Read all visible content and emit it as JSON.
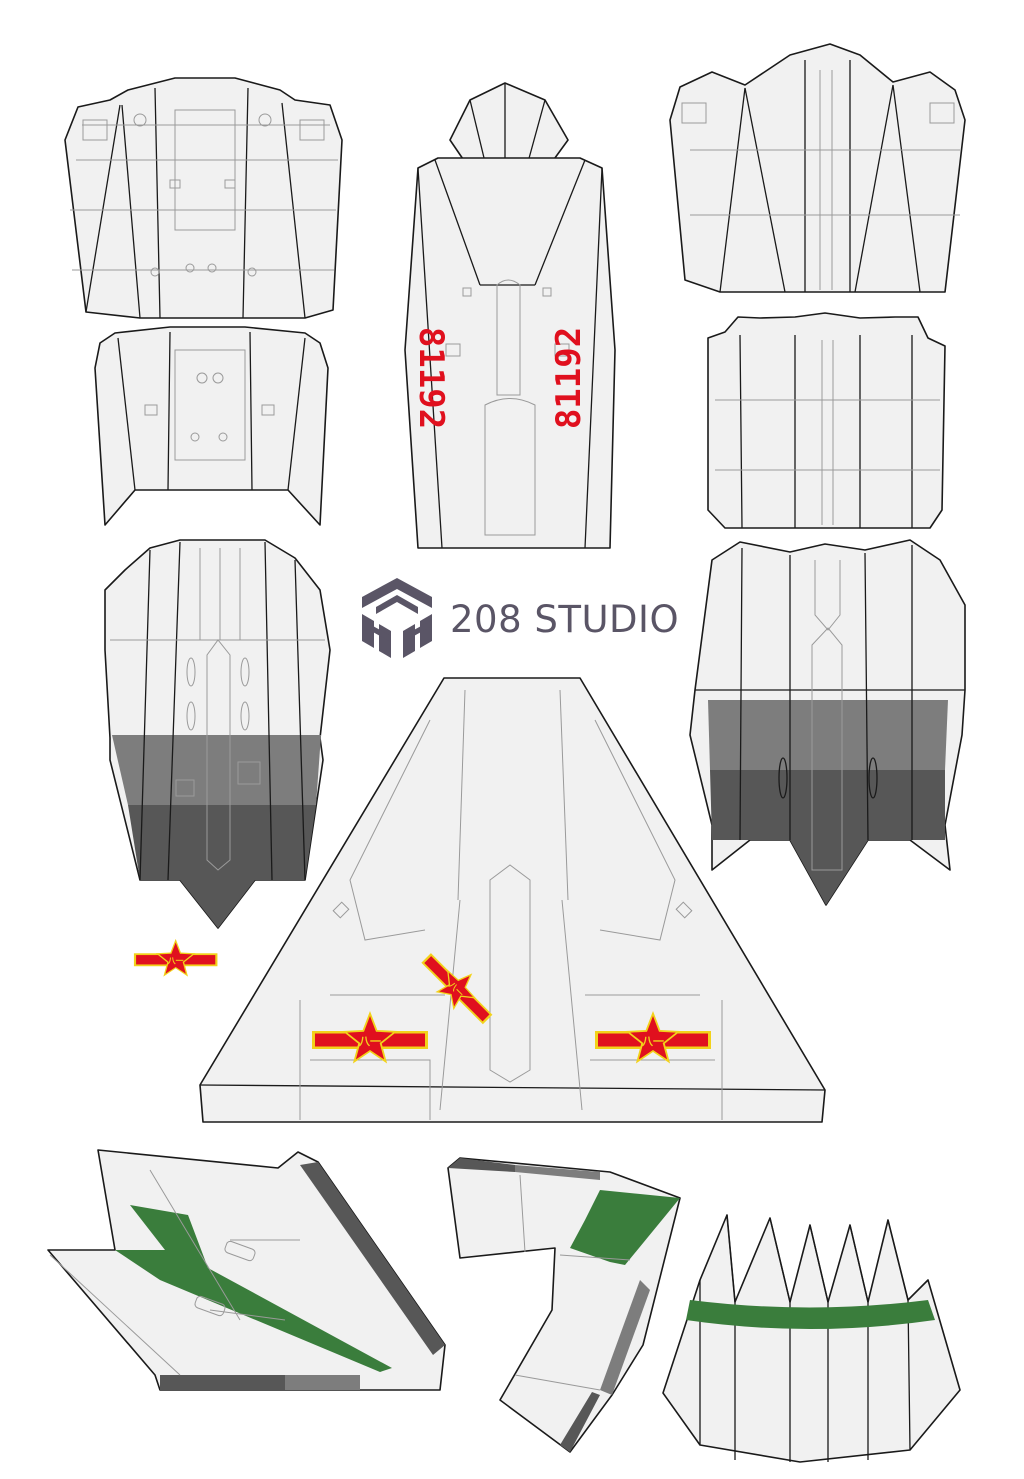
{
  "brand": {
    "name": "208 STUDIO",
    "logo_icon": "isometric-cube-logo-icon",
    "logo_color": "#5a5566"
  },
  "markings": {
    "serial_number": "81192",
    "serial_color": "#e0101e",
    "insignia_icon": "red-star-roundel-icon",
    "insignia_colors": {
      "red": "#e0101e",
      "yellow": "#f2d21a"
    },
    "camo_green": "#3a7d3c",
    "exhaust_grays": [
      "#7d7d7d",
      "#575757"
    ]
  },
  "parts": [
    {
      "name": "forward-fuselage-top"
    },
    {
      "name": "forward-fuselage-bottom"
    },
    {
      "name": "nose-section"
    },
    {
      "name": "mid-fuselage-top"
    },
    {
      "name": "mid-fuselage-bottom"
    },
    {
      "name": "aft-fuselage-left"
    },
    {
      "name": "aft-fuselage-right"
    },
    {
      "name": "main-wing"
    },
    {
      "name": "tail-fin-left"
    },
    {
      "name": "tail-fin-right"
    },
    {
      "name": "exhaust-nozzle-ring"
    }
  ]
}
